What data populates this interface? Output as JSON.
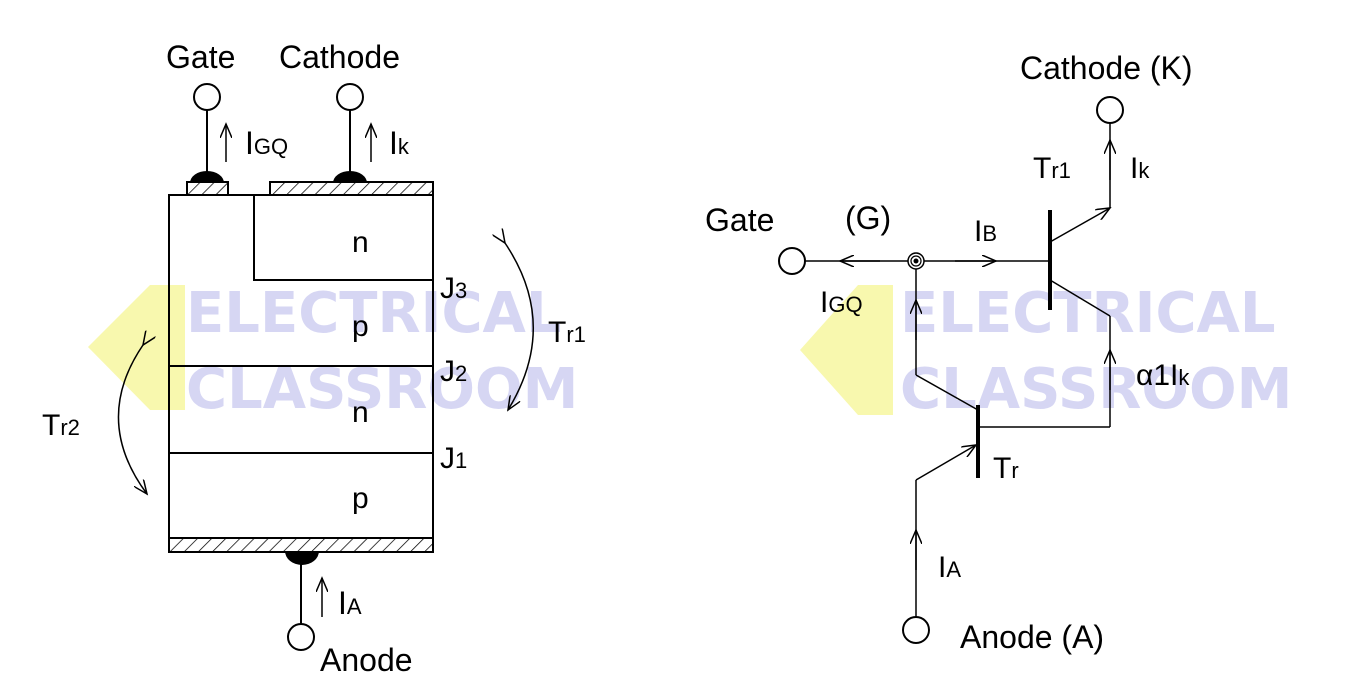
{
  "watermark": {
    "line1": "ELECTRICAL",
    "line2": "CLASSROOM",
    "logo_color": "#f7f7a0",
    "text_color": "#c9c9f0"
  },
  "left": {
    "gate": "Gate",
    "cathode": "Cathode",
    "anode": "Anode",
    "i_gq": {
      "main": "I",
      "sub": "GQ"
    },
    "i_k": {
      "main": "I",
      "sub": "k"
    },
    "i_a": {
      "main": "I",
      "sub": "A"
    },
    "layers": [
      "n",
      "p",
      "n",
      "p"
    ],
    "junctions": [
      {
        "main": "J",
        "sub": "3"
      },
      {
        "main": "J",
        "sub": "2"
      },
      {
        "main": "J",
        "sub": "1"
      }
    ],
    "tr1": {
      "main": "T",
      "sub": "r1"
    },
    "tr2": {
      "main": "T",
      "sub": "r2"
    }
  },
  "right": {
    "cathode": "Cathode (K)",
    "gate": "Gate",
    "g": "(G)",
    "anode": "Anode (A)",
    "tr1": {
      "main": "T",
      "sub": "r1"
    },
    "tr": {
      "main": "T",
      "sub": "r"
    },
    "i_k": {
      "main": "I",
      "sub": "k"
    },
    "i_b": {
      "main": "I",
      "sub": "B"
    },
    "i_gq": {
      "main": "I",
      "sub": "GQ"
    },
    "alpha": {
      "main": "α1I",
      "sub": "k"
    },
    "i_a": {
      "main": "I",
      "sub": "A"
    }
  }
}
